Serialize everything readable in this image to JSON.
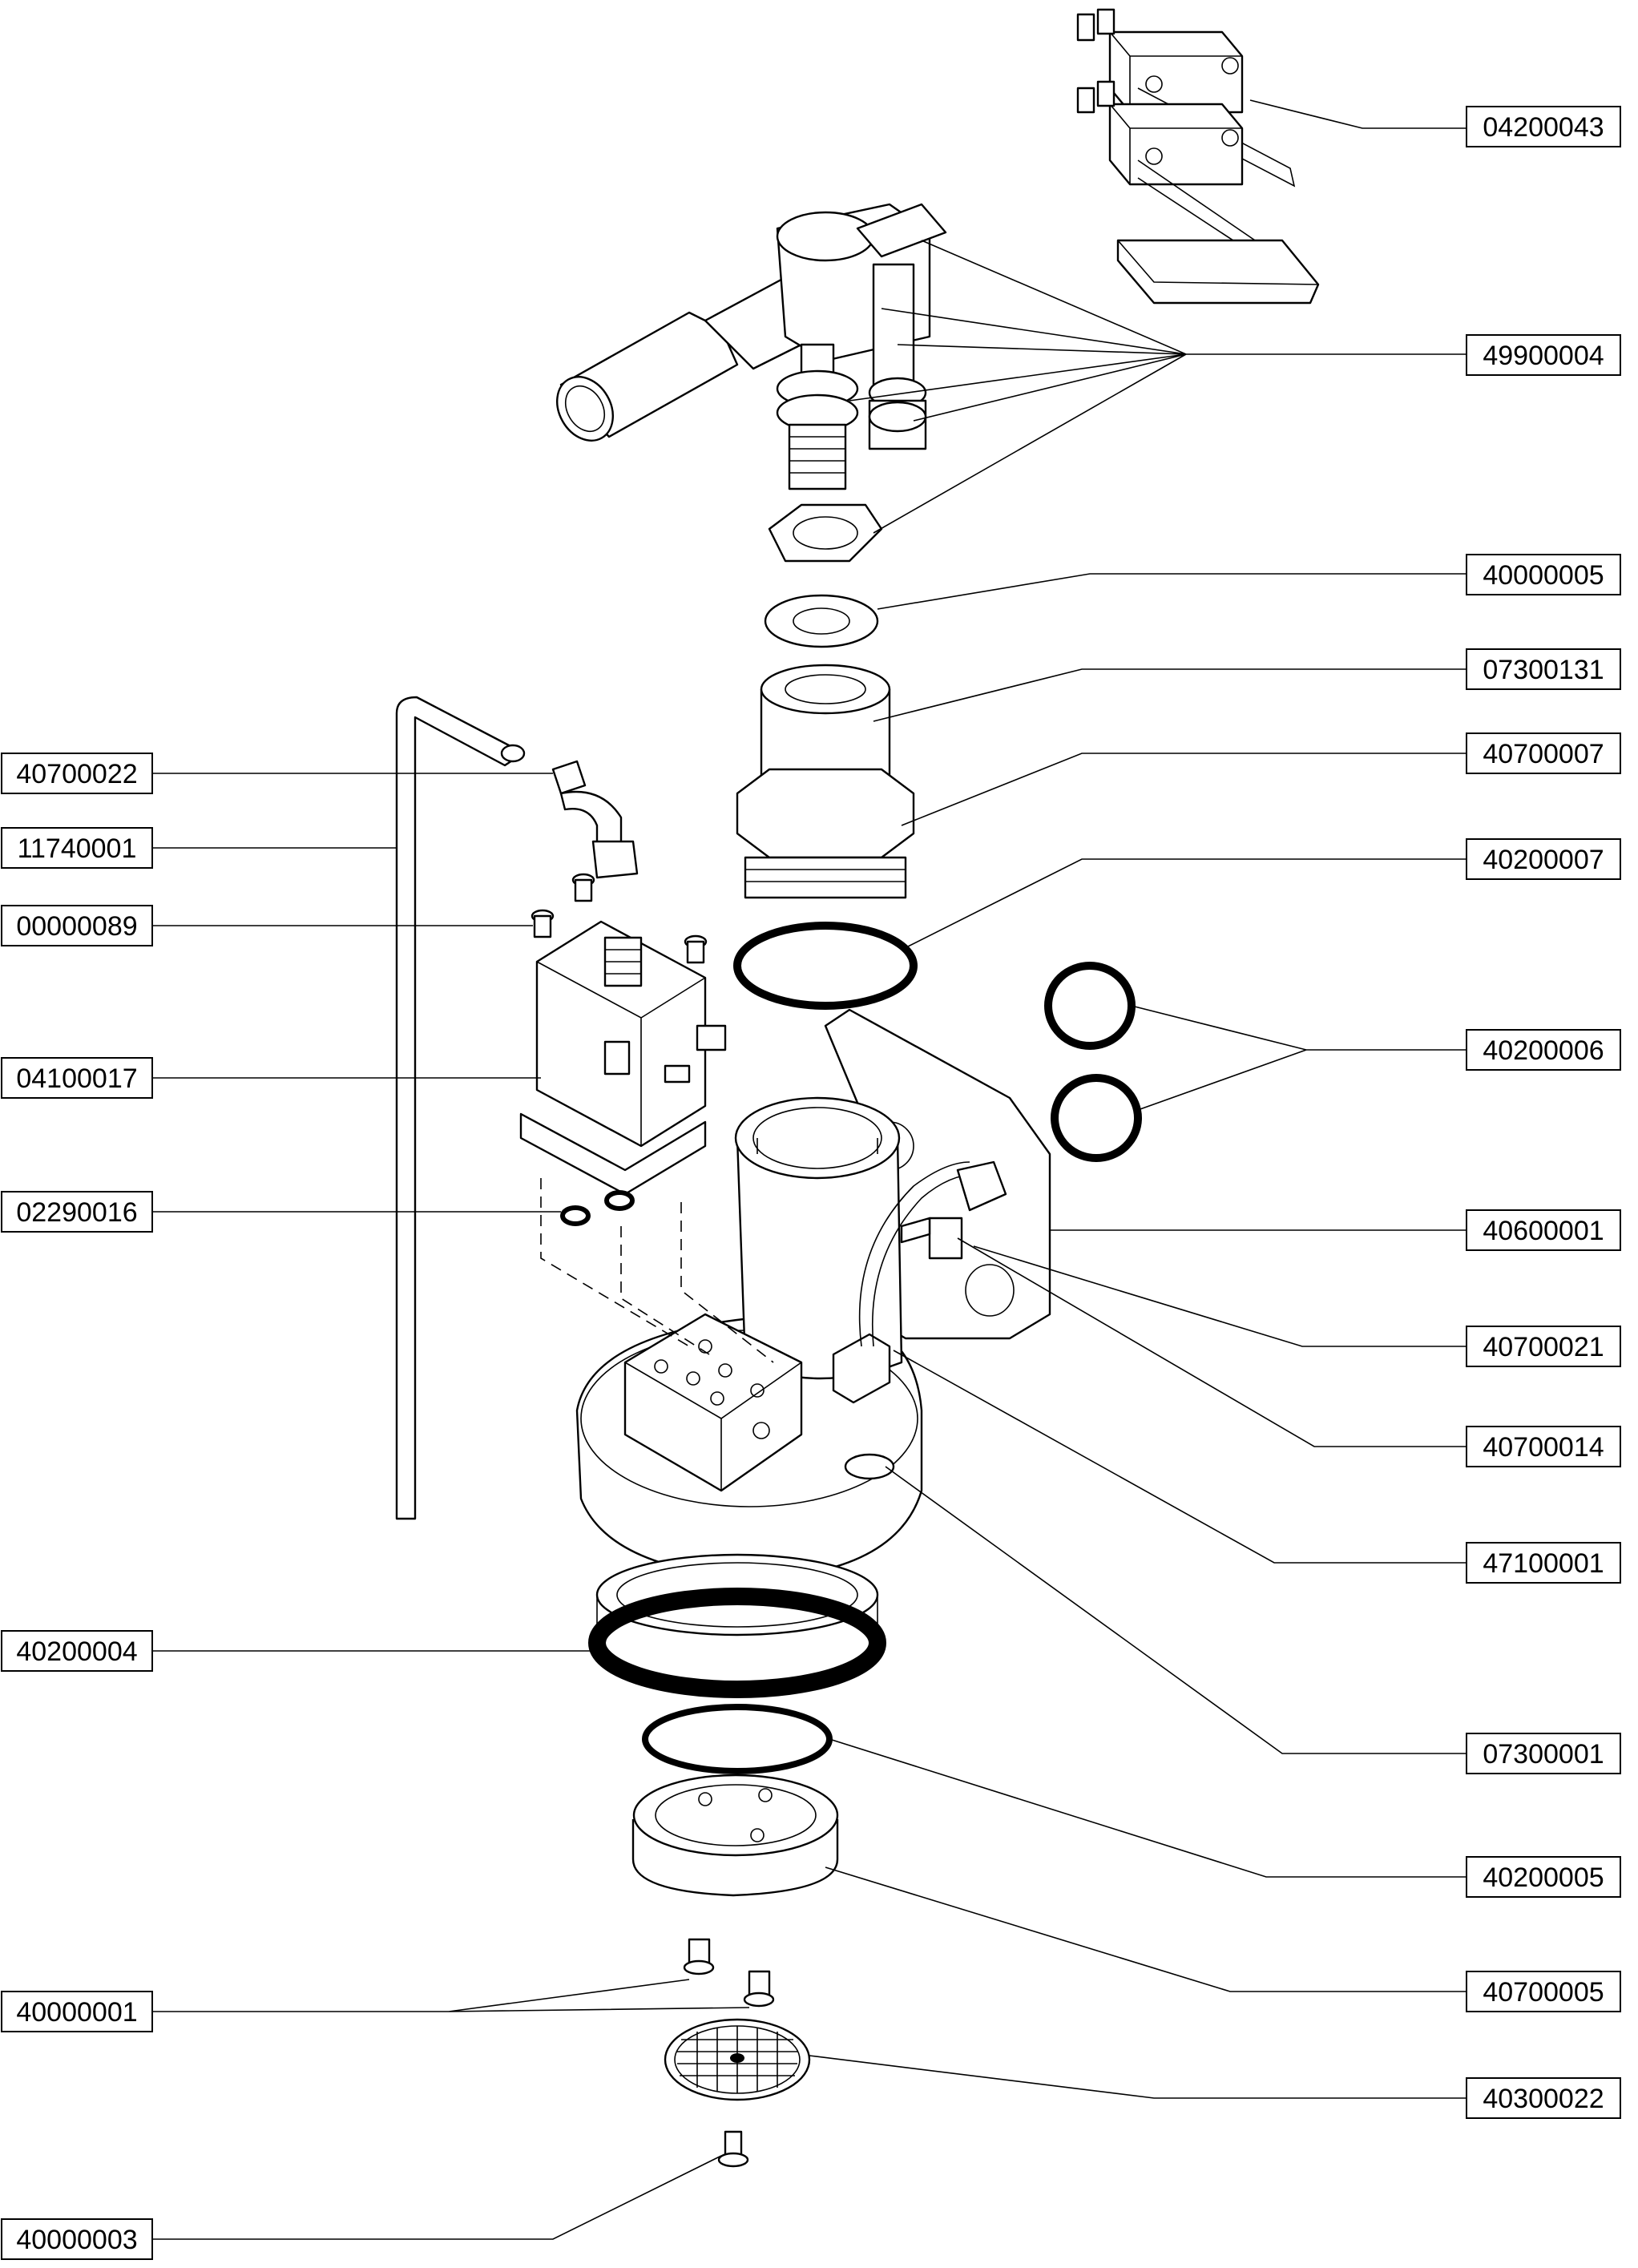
{
  "labels": {
    "p04200043": "04200043",
    "p49900004": "49900004",
    "p40000005": "40000005",
    "p07300131": "07300131",
    "p40700007": "40700007",
    "p40200007": "40200007",
    "p40200006": "40200006",
    "p40600001": "40600001",
    "p40700021": "40700021",
    "p40700014": "40700014",
    "p47100001": "47100001",
    "p07300001": "07300001",
    "p40200005": "40200005",
    "p40700005": "40700005",
    "p40300022": "40300022",
    "p40700022": "40700022",
    "p11740001": "11740001",
    "p00000089": "00000089",
    "p04100017": "04100017",
    "p02290016": "02290016",
    "p40200004": "40200004",
    "p40000001": "40000001",
    "p40000003": "40000003"
  }
}
